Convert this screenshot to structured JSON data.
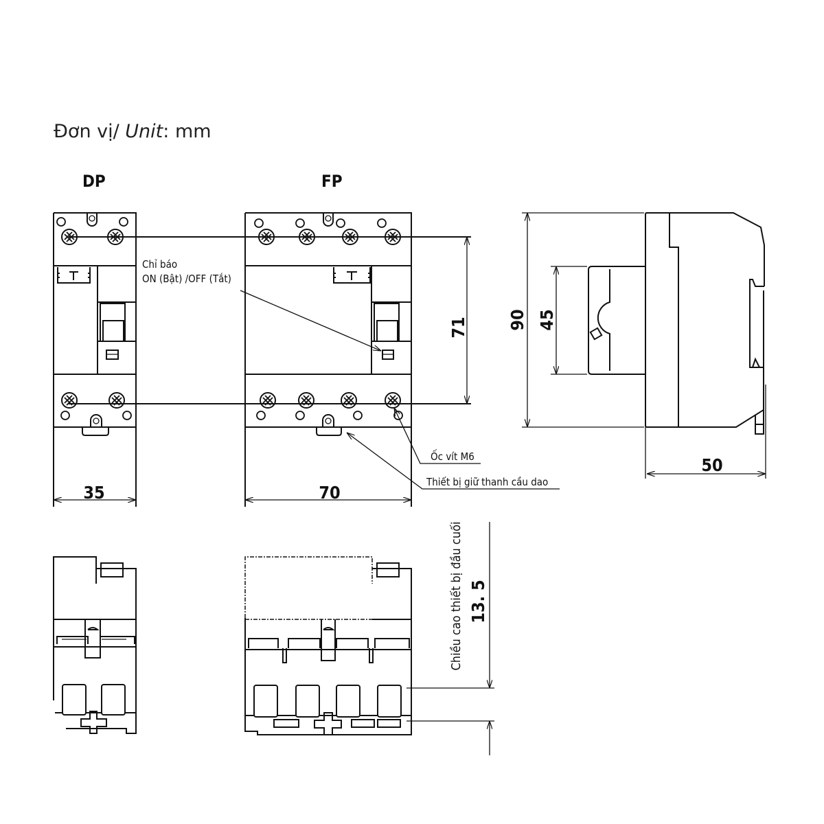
{
  "unit": {
    "prefix": "Đơn vị/ ",
    "italic": "Unit",
    "suffix": ": mm"
  },
  "views": {
    "dp_title": "DP",
    "fp_title": "FP"
  },
  "dimensions": {
    "dp_width": "35",
    "fp_width": "70",
    "screw_spacing": "71",
    "height": "90",
    "handle_height": "45",
    "depth": "50",
    "terminal_height": "13. 5"
  },
  "callouts": {
    "indicator_line1": "Chỉ báo",
    "indicator_line2": "ON (Bật) /OFF (Tắt)",
    "screw": "Ốc vít M6",
    "rail_holder": "Thiết bị giữ thanh cầu dao",
    "terminal_height_label": "Chiều cao thiết bị đầu cuối"
  },
  "handle_symbol": "T"
}
